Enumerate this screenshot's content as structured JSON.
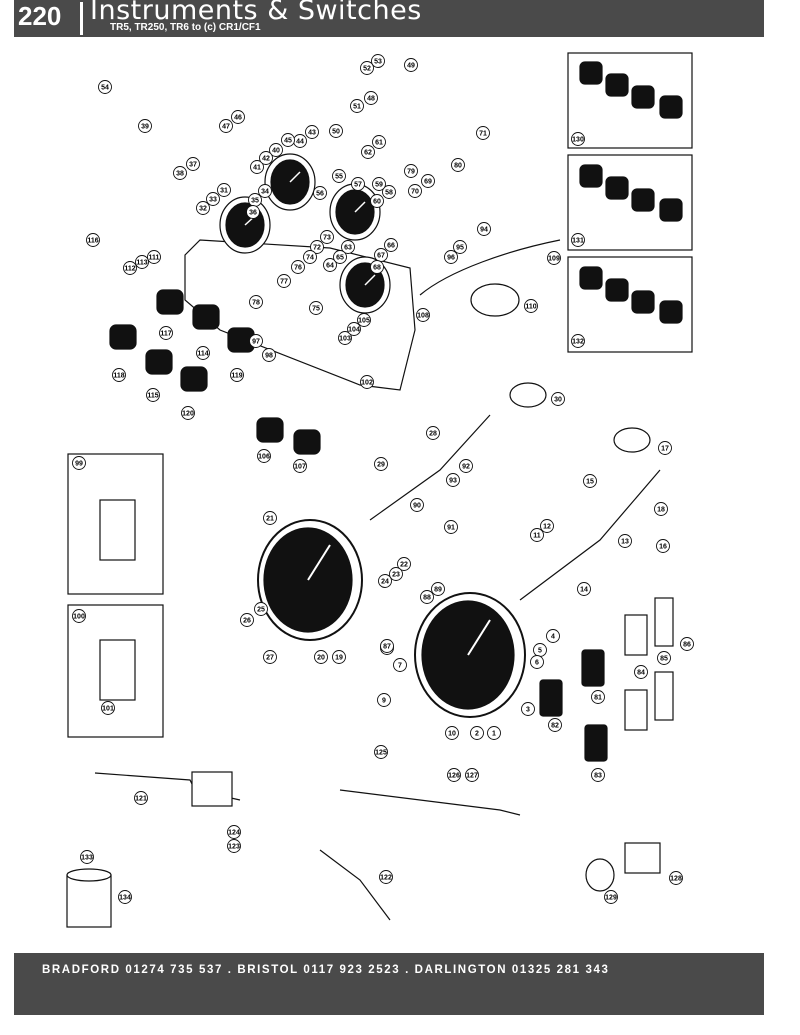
{
  "header": {
    "page_number": "220",
    "title": "Instruments & Switches",
    "subtitle": "TR5, TR250, TR6 to (c) CR1/CF1"
  },
  "footer": {
    "contact": "BRADFORD 01274 735 537 . BRISTOL 0117 923 2523 . DARLINGTON 01325 281 343"
  },
  "callouts": [
    "1",
    "2",
    "3",
    "4",
    "5",
    "6",
    "7",
    "8",
    "9",
    "10",
    "11",
    "12",
    "13",
    "14",
    "15",
    "16",
    "17",
    "18",
    "19",
    "20",
    "21",
    "22",
    "23",
    "24",
    "25",
    "26",
    "27",
    "28",
    "29",
    "30",
    "31",
    "32",
    "33",
    "34",
    "35",
    "36",
    "37",
    "38",
    "39",
    "40",
    "41",
    "42",
    "43",
    "44",
    "45",
    "46",
    "47",
    "48",
    "49",
    "50",
    "51",
    "52",
    "53",
    "54",
    "55",
    "56",
    "57",
    "58",
    "59",
    "60",
    "61",
    "62",
    "63",
    "64",
    "65",
    "66",
    "67",
    "68",
    "69",
    "70",
    "71",
    "72",
    "73",
    "74",
    "75",
    "76",
    "77",
    "78",
    "79",
    "80",
    "81",
    "82",
    "83",
    "84",
    "85",
    "86",
    "87",
    "88",
    "89",
    "90",
    "91",
    "92",
    "93",
    "94",
    "95",
    "96",
    "97",
    "98",
    "99",
    "100",
    "101",
    "102",
    "103",
    "104",
    "105",
    "106",
    "107",
    "108",
    "109",
    "110",
    "111",
    "112",
    "113",
    "114",
    "115",
    "116",
    "117",
    "118",
    "119",
    "120",
    "121",
    "122",
    "123",
    "124",
    "125",
    "126",
    "127",
    "128",
    "129",
    "130",
    "131",
    "132",
    "133",
    "134"
  ]
}
